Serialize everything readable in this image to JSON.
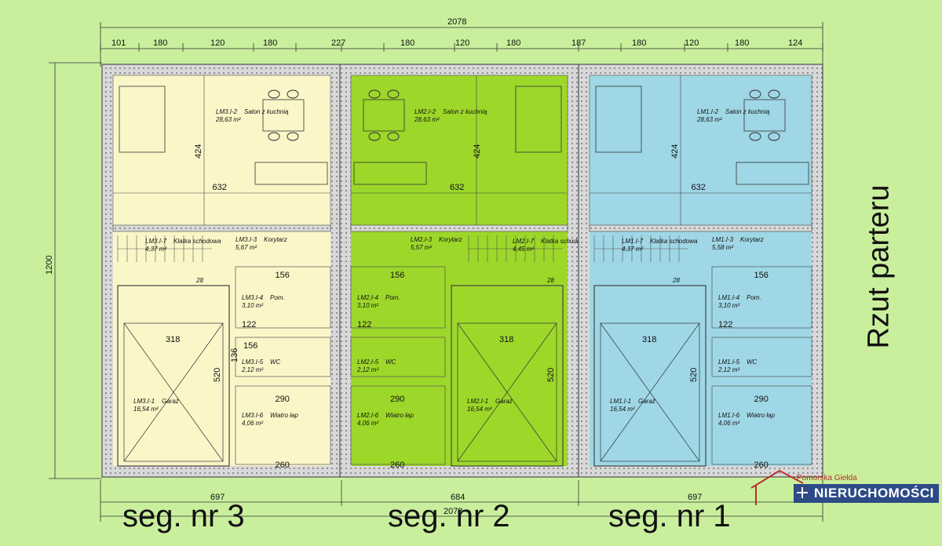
{
  "dims": {
    "total_top": "2078",
    "total_bottom": "2078",
    "height_left": "1200",
    "top": [
      "101",
      "180",
      "120",
      "180",
      "227",
      "180",
      "120",
      "180",
      "187",
      "180",
      "120",
      "180",
      "124"
    ],
    "bottom": [
      "697",
      "684",
      "697"
    ]
  },
  "title": "Rzut parteru",
  "segments": [
    "seg. nr 3",
    "seg. nr 2",
    "seg. nr 1"
  ],
  "logo": {
    "top": "Pomorska Giełda",
    "main": "NIERUCHOMOŚCI"
  },
  "colors": {
    "bg": "#c9ef9d",
    "seg3": "#fbf6c8",
    "seg2": "#9dd72a",
    "seg1": "#9fd7e6"
  },
  "seg3": {
    "salon": [
      "LM3.I-2",
      "Salon z kuchnią",
      "28,63 m²"
    ],
    "klatka": [
      "LM3.I-7",
      "Klatka schodowa",
      "4,37 m²"
    ],
    "korytarz": [
      "LM3.I-3",
      "Korytarz",
      "5,67 m²"
    ],
    "pom": [
      "LM3.I-4",
      "Pom.",
      "3,10 m²"
    ],
    "wc": [
      "LM3.I-5",
      "WC",
      "2,12 m²"
    ],
    "garaz": [
      "LM3.I-1",
      "Garaż",
      "16,54 m²"
    ],
    "wiatro": [
      "LM3.I-6",
      "Wiatro łap",
      "4,06 m²"
    ],
    "d632": "632",
    "d424": "424",
    "d156a": "156",
    "d122": "122",
    "d318": "318",
    "d520": "520",
    "d156b": "156",
    "d136": "136",
    "d290": "290",
    "d260": "260",
    "stairs": "28"
  },
  "seg2": {
    "salon": [
      "LM2.I-2",
      "Salon z kuchnią",
      "28,63 m²"
    ],
    "klatka": [
      "LM2.I-7",
      "Klatka schodowa",
      "4,45 m²"
    ],
    "korytarz": [
      "LM2.I-3",
      "Korytarz",
      "5,57 m²"
    ],
    "pom": [
      "LM2.I-4",
      "Pom.",
      "3,10 m²"
    ],
    "wc": [
      "LM2.I-5",
      "WC",
      "2,12 m²"
    ],
    "garaz": [
      "LM2.I-1",
      "Garaż",
      "16,54 m²"
    ],
    "wiatro": [
      "LM2.I-6",
      "Wiatro łap",
      "4,06 m²"
    ],
    "d632": "632",
    "d424": "424",
    "d156a": "156",
    "d122": "122",
    "d318": "318",
    "d520": "520",
    "d290": "290",
    "d260": "260",
    "stairs": "28"
  },
  "seg1": {
    "salon": [
      "LM1.I-2",
      "Salon z kuchnią",
      "28,63 m²"
    ],
    "klatka": [
      "LM1.I-7",
      "Klatka schodowa",
      "4,37 m²"
    ],
    "korytarz": [
      "LM1.I-3",
      "Korytarz",
      "5,58 m²"
    ],
    "pom": [
      "LM1.I-4",
      "Pom.",
      "3,10 m²"
    ],
    "wc": [
      "LM1.I-5",
      "WC",
      "2,12 m²"
    ],
    "garaz": [
      "LM1.I-1",
      "Garaż",
      "16,54 m²"
    ],
    "wiatro": [
      "LM1.I-6",
      "Wiatro łap",
      "4,06 m²"
    ],
    "d632": "632",
    "d424": "424",
    "d156a": "156",
    "d122": "122",
    "d318": "318",
    "d520": "520",
    "d290": "290",
    "d260": "260",
    "stairs": "28"
  }
}
